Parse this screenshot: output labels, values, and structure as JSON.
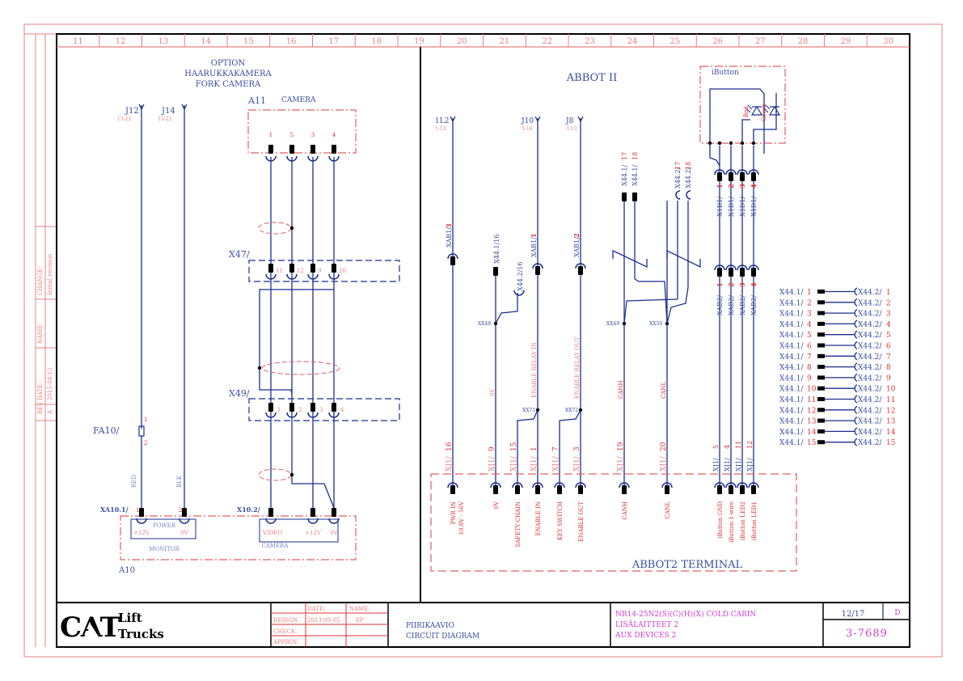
{
  "colors": {
    "frame_red": "#e06060",
    "wire_blue": "#1a2f8f",
    "text_blue": "#3a4ea0",
    "label_red": "#e03030",
    "dim_red": "#e88080",
    "magenta": "#d040d0",
    "black": "#000000"
  },
  "grid_columns": [
    "11",
    "12",
    "13",
    "14",
    "15",
    "16",
    "17",
    "18",
    "19",
    "20",
    "21",
    "22",
    "23",
    "24",
    "25",
    "26",
    "27",
    "28",
    "29",
    "30"
  ],
  "revision_strip": {
    "rev_label": "REV",
    "rev_value": "A",
    "date_label": "DATE:",
    "date_value": "2015-04-13",
    "name_label": "NAME:",
    "name_value": "",
    "change_label": "CHANGE:",
    "change_value": "Initial revision"
  },
  "left_section": {
    "title_lines": [
      "OPTION",
      "HAARUKKAKAMERA",
      "FORK CAMERA"
    ],
    "j12": {
      "label": "J12",
      "ref": "13-22"
    },
    "j14": {
      "label": "J14",
      "ref": "13-22"
    },
    "a11": {
      "label": "A11",
      "name": "CAMERA",
      "pins": [
        "1",
        "5",
        "3",
        "4"
      ]
    },
    "x47": {
      "label": "X47/",
      "pins": [
        "11",
        "12",
        "9",
        "10"
      ]
    },
    "x49": {
      "label": "X49/",
      "pins": [
        "1",
        "2",
        "3",
        "4"
      ]
    },
    "fa10": {
      "label": "FA10/",
      "pin_top": "1",
      "pin_bottom": "2"
    },
    "wire_red": "RED",
    "wire_blk": "BLK",
    "xa10": {
      "label": "XA10.1/",
      "pins": [
        "1",
        "2"
      ],
      "group": "POWER",
      "pin_names": [
        "+12V",
        "0V"
      ],
      "box_name": "MONITOR"
    },
    "x10": {
      "label": "X10.2/",
      "pin_names": [
        "VIDEO",
        "+12V",
        "0V"
      ],
      "box_name": "CAMERA"
    },
    "a10": "A10"
  },
  "right_section": {
    "title": "ABBOT II",
    "l12": {
      "label": "1L2",
      "ref": "1-13"
    },
    "j10": {
      "label": "J10",
      "ref": "3-16"
    },
    "j8": {
      "label": "J8",
      "ref": "3-13"
    },
    "xab1": [
      {
        "prefix": "XAB1/",
        "pin": "3"
      },
      {
        "prefix": "XAB1/",
        "pin": "1"
      },
      {
        "prefix": "XAB1/",
        "pin": "2"
      }
    ],
    "x441_16": {
      "prefix": "X44.1/",
      "pin": "16"
    },
    "x442_16": {
      "prefix": "X44.2/",
      "pin": "16"
    },
    "x441_top": [
      {
        "prefix": "X44.1/",
        "pin": "17"
      },
      {
        "prefix": "X44.1/",
        "pin": "18"
      }
    ],
    "x442_top": [
      {
        "prefix": "X44.2/",
        "pin": "17"
      },
      {
        "prefix": "X44.2/",
        "pin": "18"
      }
    ],
    "x1d1": [
      {
        "prefix": "X1D1/",
        "pin": "1"
      },
      {
        "prefix": "X1D1/",
        "pin": "2"
      },
      {
        "prefix": "X1D1/",
        "pin": "3"
      },
      {
        "prefix": "X1D1/",
        "pin": "4"
      }
    ],
    "xab2": [
      {
        "prefix": "XAB2/",
        "pin": "1"
      },
      {
        "prefix": "XAB2/",
        "pin": "2"
      },
      {
        "prefix": "XAB2/",
        "pin": "3"
      },
      {
        "prefix": "XAB2/",
        "pin": "4"
      }
    ],
    "splices": [
      "XX48",
      "XX49",
      "XX50",
      "XX71",
      "XX72"
    ],
    "wire_labels": [
      "0V",
      "ENABLE RELAY IN",
      "ENABLE RELAY OUT",
      "CANH",
      "CANL"
    ],
    "xj1": [
      {
        "prefix": "XJ1/",
        "pin": "16"
      },
      {
        "prefix": "XJ1/",
        "pin": "9"
      },
      {
        "prefix": "XJ1/",
        "pin": "15"
      },
      {
        "prefix": "XJ1/",
        "pin": "1"
      },
      {
        "prefix": "XJ1/",
        "pin": "7"
      },
      {
        "prefix": "XJ1/",
        "pin": "3"
      },
      {
        "prefix": "XJ1/",
        "pin": "19"
      },
      {
        "prefix": "XJ1/",
        "pin": "20"
      },
      {
        "prefix": "XJ1/",
        "pin": "5"
      },
      {
        "prefix": "XJ1/",
        "pin": "4"
      },
      {
        "prefix": "XJ1/",
        "pin": "11"
      },
      {
        "prefix": "XJ1/",
        "pin": "12"
      }
    ],
    "terminal_pins": [
      [
        "PWR IN",
        "10.8V - 56V"
      ],
      [
        "0V"
      ],
      [
        "SAFETY CHAIN"
      ],
      [
        "ENABLE IN"
      ],
      [
        "KEY SWITCH"
      ],
      [
        "ENABLE OUT"
      ],
      [
        "CANH"
      ],
      [
        "CANL"
      ],
      [
        "iButton GND"
      ],
      [
        "iButton 1-wire"
      ],
      [
        "iButton LED2"
      ],
      [
        "iButton LED1"
      ]
    ],
    "terminal_title": "ABBOT2 TERMINAL",
    "ibutton": {
      "title": "iButton",
      "led_red": "Red",
      "led_green": "Green"
    },
    "x44_table": [
      {
        "left": "X44.1/",
        "lpin": "1",
        "right": "X44.2/",
        "rpin": "1"
      },
      {
        "left": "X44.1/",
        "lpin": "2",
        "right": "X44.2/",
        "rpin": "2"
      },
      {
        "left": "X44.1/",
        "lpin": "3",
        "right": "X44.2/",
        "rpin": "3"
      },
      {
        "left": "X44.1/",
        "lpin": "4",
        "right": "X44.2/",
        "rpin": "4"
      },
      {
        "left": "X44.1/",
        "lpin": "5",
        "right": "X44.2/",
        "rpin": "5"
      },
      {
        "left": "X44.1/",
        "lpin": "6",
        "right": "X44.2/",
        "rpin": "6"
      },
      {
        "left": "X44.1/",
        "lpin": "7",
        "right": "X44.2/",
        "rpin": "7"
      },
      {
        "left": "X44.1/",
        "lpin": "8",
        "right": "X44.2/",
        "rpin": "8"
      },
      {
        "left": "X44.1/",
        "lpin": "9",
        "right": "X44.2/",
        "rpin": "9"
      },
      {
        "left": "X44.1/",
        "lpin": "10",
        "right": "X44.2/",
        "rpin": "10"
      },
      {
        "left": "X44.1/",
        "lpin": "11",
        "right": "X44.2/",
        "rpin": "11"
      },
      {
        "left": "X44.1/",
        "lpin": "12",
        "right": "X44.2/",
        "rpin": "12"
      },
      {
        "left": "X44.1/",
        "lpin": "13",
        "right": "X44.2/",
        "rpin": "13"
      },
      {
        "left": "X44.1/",
        "lpin": "14",
        "right": "X44.2/",
        "rpin": "14"
      },
      {
        "left": "X44.1/",
        "lpin": "15",
        "right": "X44.2/",
        "rpin": "15"
      }
    ]
  },
  "title_block": {
    "logo_main": "CAT",
    "logo_sub1": "Lift",
    "logo_sub2": "Trucks",
    "date_header": "DATE:",
    "name_header": "NAME:",
    "design_label": "DESIGN.",
    "design_date": "2013-09-05",
    "design_name": "EP",
    "check_label": "CHECK.",
    "approv_label": "APPROV.",
    "title_fi": "PIIRIKAAVIO",
    "title_en": "CIRCUIT DIAGRAM",
    "desc_line1": "NR14-25N2(S)(C)(H)(X) COLD CABIN",
    "desc_line2": "LISÄLAITTEET 2",
    "desc_line3": "AUX DEVICES 2",
    "sheet": "12/17",
    "revision": "D",
    "drawing_number": "3-7689"
  }
}
